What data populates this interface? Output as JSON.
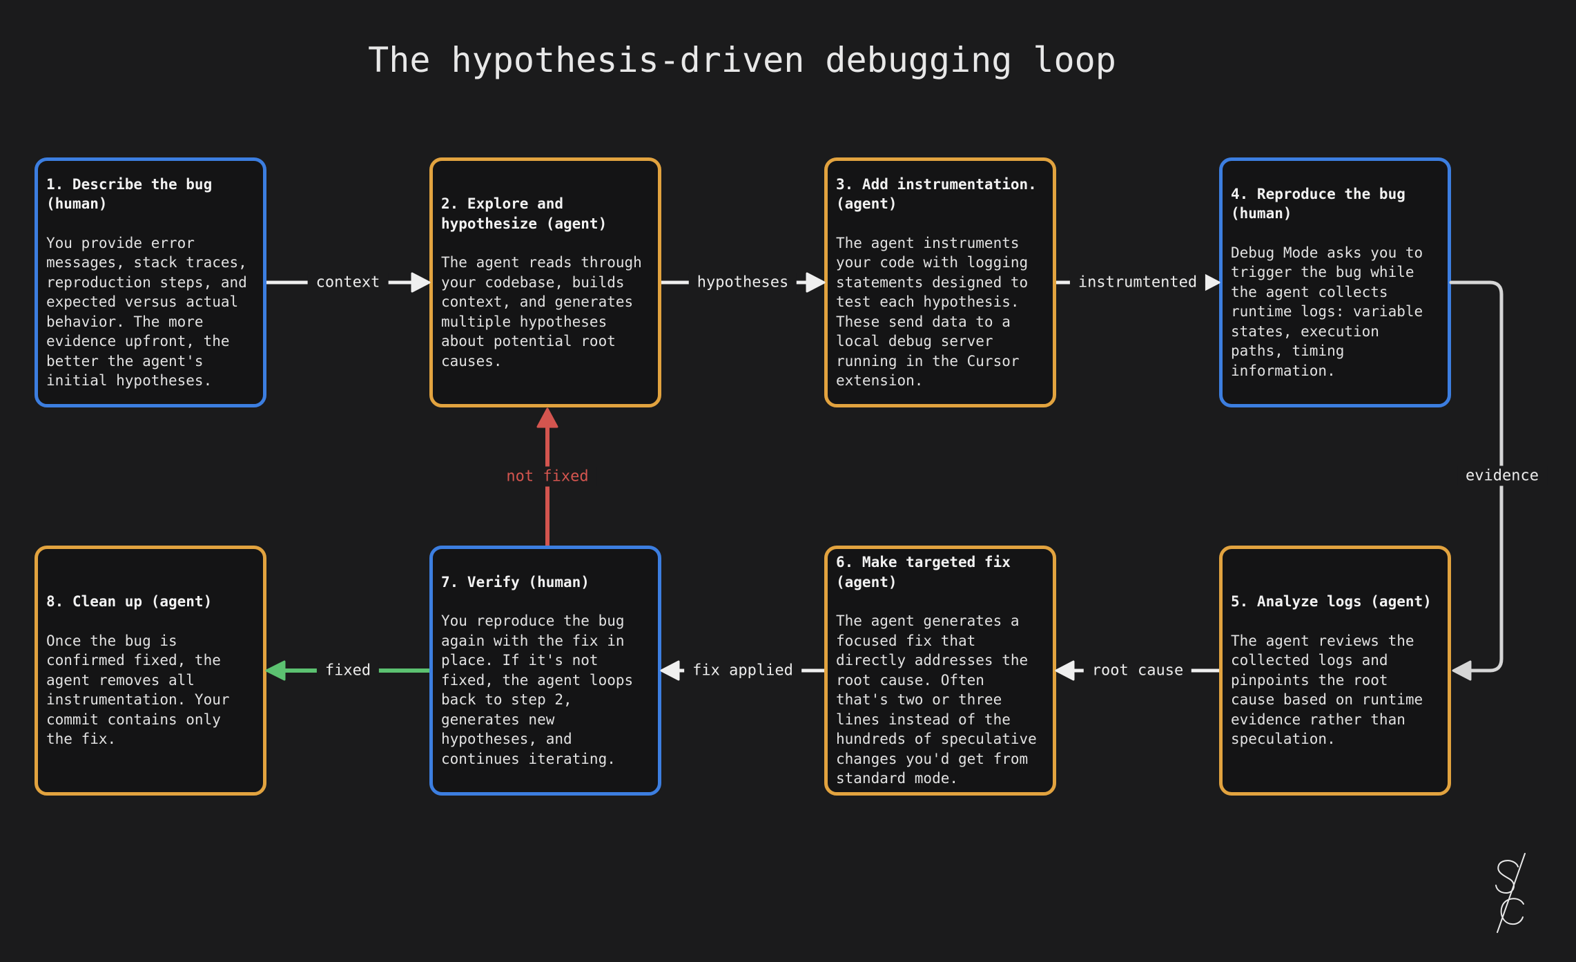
{
  "title": "The hypothesis-driven debugging loop",
  "colors": {
    "background": "#1b1b1c",
    "box_background": "#141415",
    "human_border_blue": "#3c7ee0",
    "agent_border_orange": "#e2a33f",
    "arrow_white": "#efefef",
    "evidence_line_gray": "#d6d6d6",
    "not_fixed_red": "#d4554f",
    "fixed_green": "#5cc271"
  },
  "boxes": [
    {
      "accent": "blue",
      "heading": "1. Describe the bug\n(human)",
      "body": "You provide error\nmessages, stack traces,\nreproduction steps, and\nexpected versus actual\nbehavior. The more\nevidence upfront, the\nbetter the agent's\ninitial hypotheses."
    },
    {
      "accent": "orange",
      "heading": "2. Explore and\nhypothesize (agent)",
      "body": "The agent reads through\nyour codebase, builds\ncontext, and generates\nmultiple hypotheses\nabout potential root\ncauses."
    },
    {
      "accent": "orange",
      "heading": "3. Add instrumentation.\n(agent)",
      "body": "The agent instruments\nyour code with logging\nstatements designed to\ntest each hypothesis.\nThese send data to a\nlocal debug server\nrunning in the Cursor\nextension."
    },
    {
      "accent": "blue",
      "heading": "4. Reproduce the bug\n(human)",
      "body": "Debug Mode asks you to\ntrigger the bug while\nthe agent collects\nruntime logs: variable\nstates, execution\npaths, timing\ninformation."
    },
    {
      "accent": "orange",
      "heading": "8. Clean up (agent)",
      "body": "Once the bug is\nconfirmed fixed, the\nagent removes all\ninstrumentation. Your\ncommit contains only\nthe fix."
    },
    {
      "accent": "blue",
      "heading": "7. Verify (human)",
      "body": "You reproduce the bug\nagain with the fix in\nplace. If it's not\nfixed, the agent loops\nback to step 2,\ngenerates new\nhypotheses, and\ncontinues iterating."
    },
    {
      "accent": "orange",
      "heading": "6. Make targeted fix\n(agent)",
      "body": "The agent generates a\nfocused fix that\ndirectly addresses the\nroot cause. Often\nthat's two or three\nlines instead of the\nhundreds of speculative\nchanges you'd get from\nstandard mode."
    },
    {
      "accent": "orange",
      "heading": "5. Analyze logs (agent)",
      "body": "The agent reviews the\ncollected logs and\npinpoints the root\ncause based on runtime\nevidence rather than\nspeculation."
    }
  ],
  "connectors": {
    "context": "context",
    "hypotheses": "hypotheses",
    "instrumented": "instrumtented",
    "evidence": "evidence",
    "root_cause": "root cause",
    "fix_applied": "fix applied",
    "fixed": "fixed",
    "not_fixed": "not fixed"
  },
  "logo": {
    "monogram": "S/C"
  }
}
